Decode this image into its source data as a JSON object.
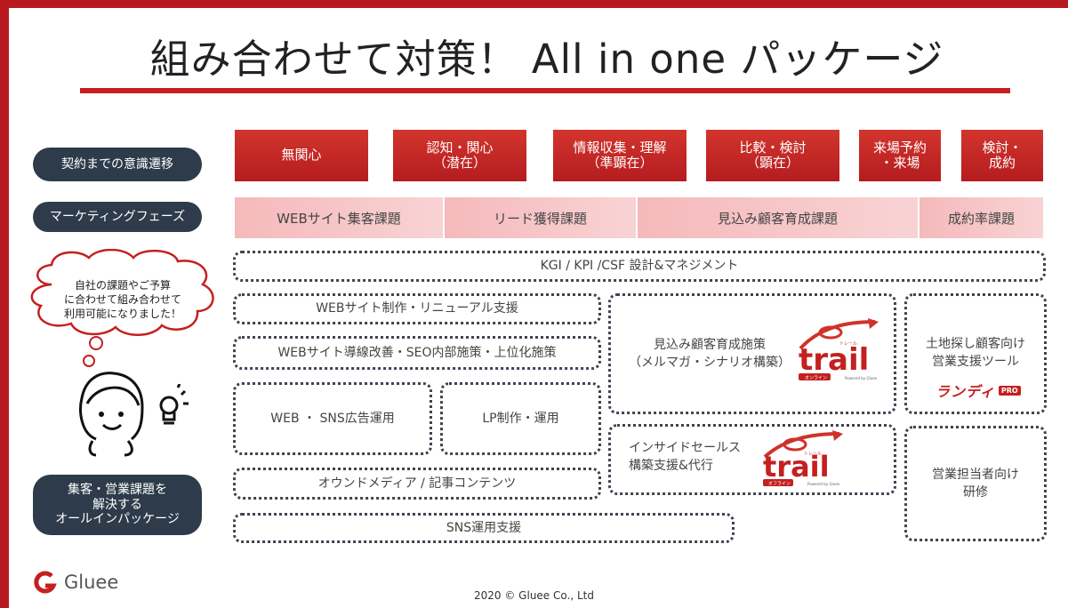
{
  "title": "組み合わせて対策！ All in one パッケージ",
  "labels": {
    "awareness": "契約までの意識遷移",
    "phase": "マーケティングフェーズ",
    "package": [
      "集客・営業課題を",
      "解決する",
      "オールインパッケージ"
    ]
  },
  "stages": [
    [
      "無関心"
    ],
    [
      "認知・関心",
      "（潜在）"
    ],
    [
      "情報収集・理解",
      "（準顕在）"
    ],
    [
      "比較・検討",
      "（顕在）"
    ],
    [
      "来場予約",
      "・来場"
    ],
    [
      "検討・",
      "成約"
    ]
  ],
  "phases": [
    "WEBサイト集客課題",
    "リード獲得課題",
    "見込み顧客育成課題",
    "成約率課題"
  ],
  "services": {
    "kgi": "KGI / KPI /CSF 設計&マネジメント",
    "web_build": "WEBサイト制作・リニューアル支援",
    "web_seo": "WEBサイト導線改善・SEO内部施策・上位化施策",
    "ads": "WEB ・ SNS広告運用",
    "lp": "LP制作・運用",
    "owned": "オウンドメディア / 記事コンテンツ",
    "sns": "SNS運用支援",
    "nurture": [
      "見込み顧客育成施策",
      "（メルマガ・シナリオ構築）"
    ],
    "inside": [
      "インサイドセールス",
      "構築支援&代行"
    ],
    "land": [
      "土地探し顧客向け",
      "営業支援ツール"
    ],
    "training": [
      "営業担当者向け",
      "研修"
    ]
  },
  "logos": {
    "trail": "trail",
    "trail_ruby": "トレール",
    "trail_online": "オンライン",
    "trail_offline": "オフライン",
    "trail_powered": "Powered by Gluee",
    "landy": "ランディ",
    "landy_pro": "PRO"
  },
  "cloud": [
    "自社の課題やご予算",
    "に合わせて組み合わせて",
    "利用可能になりました！"
  ],
  "footer": {
    "brand": "Gluee",
    "copyright": "2020 © Gluee Co., Ltd"
  },
  "colors": {
    "accent_red": "#c4201f",
    "stage_red": "#c0231f",
    "phase_pink": "#f6c3c5",
    "navy_pill": "#2d3b4a",
    "dot_border": "#3d4450"
  }
}
